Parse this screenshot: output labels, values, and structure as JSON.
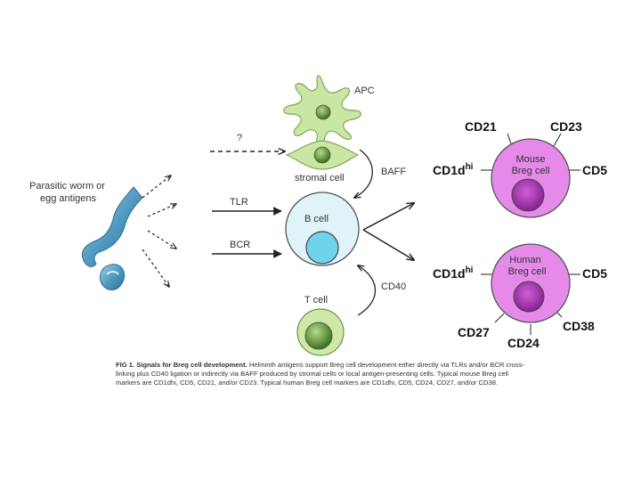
{
  "diagram": {
    "question_mark": "?",
    "parasite_label_line1": "Parasitic worm or",
    "parasite_label_line2": "egg antigens",
    "tlr_label": "TLR",
    "bcr_label": "BCR",
    "apc_label": "APC",
    "stromal_label": "stromal cell",
    "baff_label": "BAFF",
    "bcell_label": "B cell",
    "tcell_label": "T cell",
    "cd40_label": "CD40",
    "mouse_breg": {
      "name_line1": "Mouse",
      "name_line2": "Breg cell",
      "markers": {
        "cd21": "CD21",
        "cd23": "CD23",
        "cd1d": "CD1d",
        "cd1d_sup": "hi",
        "cd5": "CD5"
      }
    },
    "human_breg": {
      "name_line1": "Human",
      "name_line2": "Breg cell",
      "markers": {
        "cd1d": "CD1d",
        "cd1d_sup": "hi",
        "cd5": "CD5",
        "cd27": "CD27",
        "cd24": "CD24",
        "cd38": "CD38"
      }
    },
    "colors": {
      "apc_green": "#c9e6a4",
      "tcell_green": "#cfe8a8",
      "bcell_outer": "#dff3f8",
      "bcell_nucleus": "#6fd3ea",
      "breg_magenta": "#e58ae8",
      "breg_nucleus": "#a42fb2",
      "worm_blue": "#5aa4c8"
    }
  },
  "caption": {
    "fig": "FIG 1.",
    "title": "Signals for Breg cell development.",
    "text": "Helminth antigens support Breg cell development either directly via TLRs and/or BCR cross-linking plus CD40 ligation or indirectly via BAFF produced by stromal cells or local antigen-presenting cells. Typical mouse Breg cell markers are CD1dhi, CD5, CD21, and/or CD23. Typical human Breg cell markers are CD1dhi, CD5, CD24, CD27, and/or CD38."
  }
}
